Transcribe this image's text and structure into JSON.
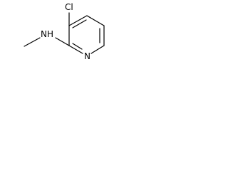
{
  "molecule": {
    "atoms": {
      "chlorine": "Cl",
      "amine": "NH",
      "ring_nitrogen": "N"
    },
    "colors": {
      "bond": "#000000",
      "label": "#000000",
      "background": "#ffffff"
    }
  }
}
